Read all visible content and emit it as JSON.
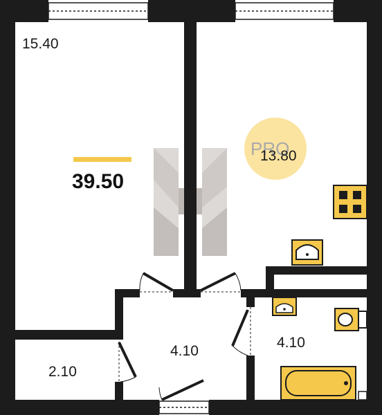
{
  "total_area": "39.50",
  "badge": "PRO",
  "rooms": {
    "living_room": "15.40",
    "kitchen": "13.80",
    "wardrobe": "2.10",
    "hallway": "4.10",
    "bathroom": "4.10"
  },
  "colors": {
    "wall": "#1c1c1c",
    "accent": "#f5c84c",
    "badge": "#fbe3a0",
    "logo": "#c8c3bf"
  },
  "icons": [
    "brand-logo-icon",
    "stove-icon",
    "kitchen-sink-icon",
    "washbasin-icon",
    "toilet-icon",
    "bathtub-icon",
    "window-icon",
    "door-icon"
  ]
}
